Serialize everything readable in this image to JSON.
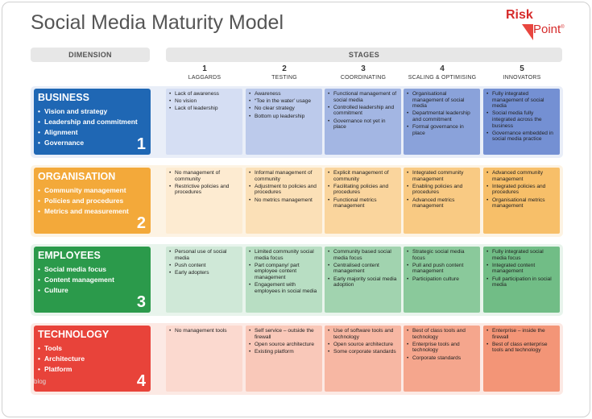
{
  "title": "Social Media Maturity Model",
  "logo": {
    "line1": "Risk",
    "line2": "Point",
    "mark": "®"
  },
  "headers": {
    "dimension": "DIMENSION",
    "stages": "STAGES"
  },
  "stages": [
    {
      "num": "1",
      "name": "LAGGARDS"
    },
    {
      "num": "2",
      "name": "TESTING"
    },
    {
      "num": "3",
      "name": "COORDINATING"
    },
    {
      "num": "4",
      "name": "SCALING & OPTIMISING"
    },
    {
      "num": "5",
      "name": "INNOVATORS"
    }
  ],
  "rows": [
    {
      "title": "BUSINESS",
      "number": "1",
      "items": [
        "Vision and strategy",
        "Leadership and commitment",
        "Alignment",
        "Governance"
      ],
      "colors": {
        "bg": "#e9eef8",
        "dim": "#1f67b4",
        "cells": [
          "#d5def3",
          "#bccaeb",
          "#a3b6e3",
          "#8aa2da",
          "#7490d3"
        ]
      },
      "cells": [
        [
          "Lack of awareness",
          "No vision",
          "Lack of leadership"
        ],
        [
          "Awareness",
          "“Toe in the water’ usage",
          "No clear strategy",
          "Bottom up leadership"
        ],
        [
          "Functional management of social media",
          "Controlled leadership and commitment",
          "Governance not yet in place"
        ],
        [
          "Organisational management of social media",
          "Departmental leadership and commitment",
          "Formal governance in place"
        ],
        [
          "Fully integrated management of social media",
          "Social media fully integrated across the business",
          "Governance embedded in social media practice"
        ]
      ]
    },
    {
      "title": "ORGANISATION",
      "number": "2",
      "items": [
        "Community management",
        "Policies and procedures",
        "Metrics and measurement"
      ],
      "colors": {
        "bg": "#fdf3e3",
        "dim": "#f3a93a",
        "cells": [
          "#fdebd1",
          "#fbe0b7",
          "#fad59d",
          "#f9ca83",
          "#f7bf69"
        ]
      },
      "cells": [
        [
          "No management of community",
          "Restrictive policies and procedures"
        ],
        [
          "Informal management of community",
          "Adjustment to policies and procedures",
          "No metrics management"
        ],
        [
          "Explicit management of community",
          "Facilitating policies and procedures",
          "Functional metrics management"
        ],
        [
          "Integrated community management",
          "Enabling policies and procedures",
          "Advanced metrics management"
        ],
        [
          "Advanced community management",
          "Integrated policies and procedures",
          "Organisational metrics management"
        ]
      ]
    },
    {
      "title": "EMPLOYEES",
      "number": "3",
      "items": [
        "Social media focus",
        "Content management",
        "Culture"
      ],
      "colors": {
        "bg": "#e8f4ec",
        "dim": "#2b9a4b",
        "cells": [
          "#cfe8d7",
          "#b8dec3",
          "#a1d3af",
          "#8ac99b",
          "#71bd86"
        ]
      },
      "cells": [
        [
          "Personal use of social media",
          "Push content",
          "Early adopters"
        ],
        [
          "Limited community social media focus",
          "Part company/ part employee content management",
          "Engagement with employees in social media"
        ],
        [
          "Community based social media focus",
          "Centralised content management",
          "Early majority social media adoption"
        ],
        [
          "Strategic social media focus",
          "Pull and push content management",
          "Participation culture"
        ],
        [
          "Fully integrated social media focus",
          "Integrated content management",
          "Full participation in social media"
        ]
      ]
    },
    {
      "title": "TECHNOLOGY",
      "number": "4",
      "items": [
        "Tools",
        "Architecture",
        "Platform"
      ],
      "colors": {
        "bg": "#fce9e4",
        "dim": "#e8433a",
        "cells": [
          "#fbd9cf",
          "#f9c8b9",
          "#f7b7a3",
          "#f5a68d",
          "#f39577"
        ]
      },
      "cells": [
        [
          "No management tools"
        ],
        [
          "Self service – outside the firewall",
          "Open source architecture",
          "Existing platform"
        ],
        [
          "Use of software tools and technology",
          "Open source architecture",
          "Some corporate standards"
        ],
        [
          "Best of class tools and technology",
          "Enterprise tools and technology",
          "Corporate standards"
        ],
        [
          "Enterprise – inside the firewall",
          "Best of class enterprise tools and technology"
        ]
      ]
    }
  ],
  "watermark": "blog"
}
